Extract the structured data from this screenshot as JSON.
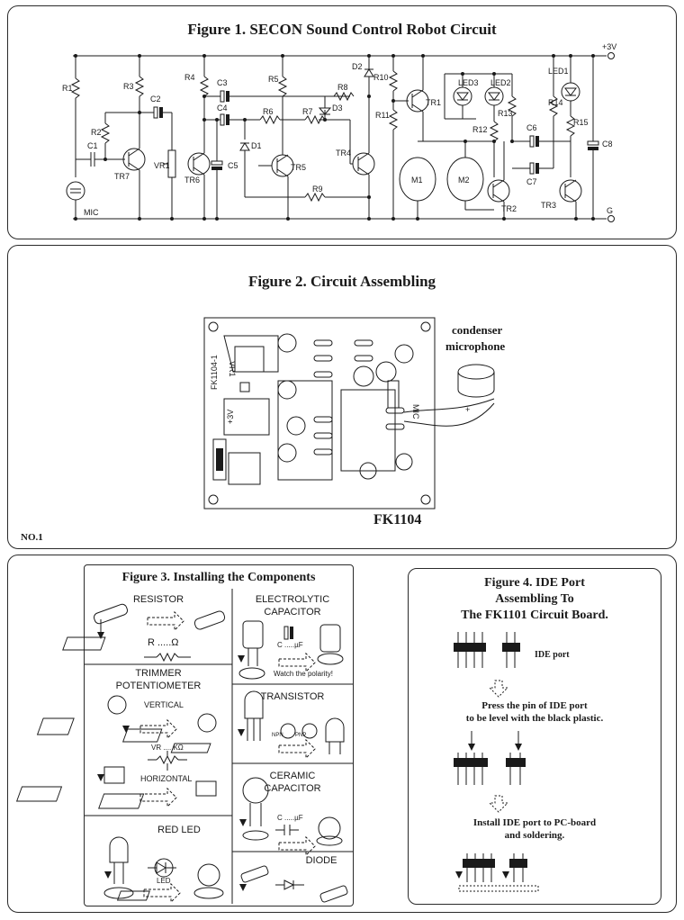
{
  "figure1": {
    "title": "Figure 1. SECON Sound Control Robot Circuit",
    "rail_pos": "+3V",
    "rail_gnd": "G",
    "labels": {
      "R1": "R1",
      "R2": "R2",
      "R3": "R3",
      "R4": "R4",
      "R5": "R5",
      "R6": "R6",
      "R7": "R7",
      "R8": "R8",
      "R9": "R9",
      "R10": "R10",
      "R11": "R11",
      "R12": "R12",
      "R13": "R13",
      "R14": "R14",
      "R15": "R15",
      "C1": "C1",
      "C2": "C2",
      "C3": "C3",
      "C4": "C4",
      "C5": "C5",
      "C6": "C6",
      "C7": "C7",
      "C8": "C8",
      "D1": "D1",
      "D2": "D2",
      "D3": "D3",
      "LED1": "LED1",
      "LED2": "LED2",
      "LED3": "LED3",
      "TR1": "TR1",
      "TR2": "TR2",
      "TR3": "TR3",
      "TR4": "TR4",
      "TR5": "TR5",
      "TR6": "TR6",
      "TR7": "TR7",
      "VR1": "VR1",
      "M1": "M1",
      "M2": "M2",
      "MIC": "MIC"
    }
  },
  "figure2": {
    "title": "Figure 2. Circuit Assembling",
    "mic_label_1": "condenser",
    "mic_label_2": "microphone",
    "board_name": "FK1104",
    "board_text": "FK1104-1",
    "vr_text": "VR1",
    "pos_text": "+3V",
    "mic_text": "MIC",
    "plus_sign": "+"
  },
  "page_number": "NO.1",
  "figure3": {
    "title": "Figure 3. Installing the Components",
    "resistor": {
      "title": "RESISTOR",
      "symbol": "R .....Ω"
    },
    "electrolytic": {
      "title_1": "ELECTROLYTIC",
      "title_2": "CAPACITOR",
      "symbol": "C .....µF",
      "note": "Watch the polarity!"
    },
    "trimmer": {
      "title_1": "TRIMMER",
      "title_2": "POTENTIOMETER",
      "vertical": "VERTICAL",
      "symbol": "VR .....KΩ",
      "horizontal": "HORIZONTAL"
    },
    "transistor": {
      "title": "TRANSISTOR",
      "npn": "NPN",
      "pnp": "PNP"
    },
    "ceramic": {
      "title_1": "CERAMIC",
      "title_2": "CAPACITOR",
      "symbol": "C .....µF"
    },
    "led": {
      "title": "RED LED",
      "label": "LED"
    },
    "diode": {
      "title": "DIODE"
    }
  },
  "figure4": {
    "title_1": "Figure 4. IDE Port",
    "title_2": "Assembling To",
    "title_3": "The FK1101 Circuit Board.",
    "ide_label": "IDE port",
    "step1_1": "Press the pin of IDE port",
    "step1_2": "to be level with the black plastic.",
    "step2_1": "Install IDE port to PC-board",
    "step2_2": "and soldering."
  }
}
